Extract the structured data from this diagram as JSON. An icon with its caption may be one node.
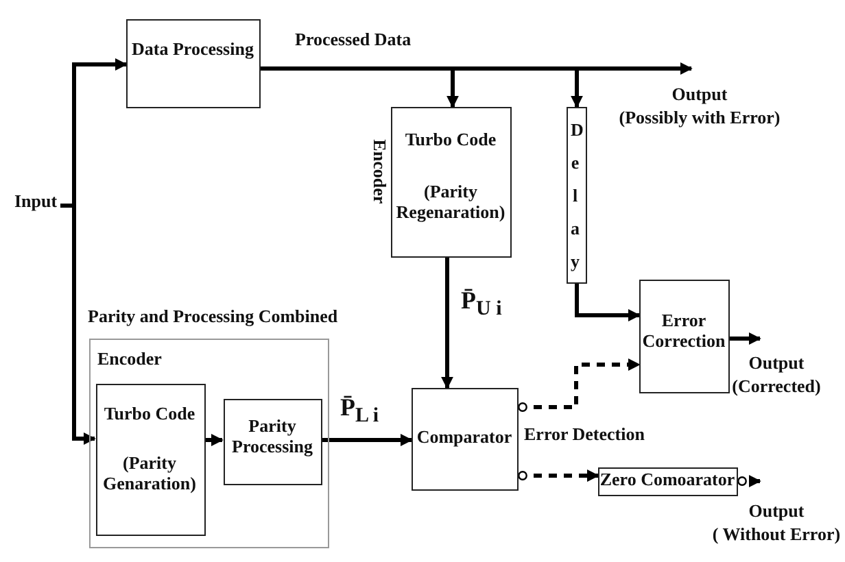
{
  "diagram": {
    "nodes": [
      {
        "text": [
          "Input"
        ]
      },
      {
        "text": [
          "Data Processing"
        ]
      },
      {
        "text": [
          "Turbo Code",
          "(Parity Regenaration)"
        ],
        "beside": [
          "Encoder"
        ]
      },
      {
        "text": [
          "Delay"
        ]
      },
      {
        "text": [
          "Output",
          "(Possibly with Error)"
        ]
      },
      {
        "text": [
          "Parity and Processing Combined"
        ]
      },
      {
        "text": [
          "Encoder",
          "Turbo Code",
          "(Parity Genaration)"
        ],
        "in": 5
      },
      {
        "text": [
          "Parity Processing"
        ],
        "in": 5
      },
      {
        "text": [
          "Comparator"
        ]
      },
      {
        "text": [
          "Error Correction"
        ]
      },
      {
        "text": [
          "Output",
          "(Corrected)"
        ]
      },
      {
        "text": [
          "Zero Comoarator"
        ]
      },
      {
        "text": [
          "Output",
          "( Without Error)"
        ]
      }
    ],
    "edges": [
      {
        "from": 0,
        "to": 1,
        "arrow": "to"
      },
      {
        "from": 0,
        "to": 6,
        "arrow": "to"
      },
      {
        "from": 1,
        "to": 4,
        "arrow": "to",
        "label": "Processed Data"
      },
      {
        "from": 1,
        "to": 2,
        "arrow": "to"
      },
      {
        "from": 1,
        "to": 3,
        "arrow": "to"
      },
      {
        "from": 2,
        "to": 8,
        "arrow": "to",
        "label": "P̄$_{U i}$"
      },
      {
        "from": 6,
        "to": 7,
        "arrow": "to"
      },
      {
        "from": 7,
        "to": 8,
        "arrow": "to",
        "label": "P̄$_{L i}$"
      },
      {
        "from": 3,
        "to": 9,
        "arrow": "to"
      },
      {
        "from": 8,
        "to": 9,
        "arrow": "to",
        "style": "dashed"
      },
      {
        "from": 8,
        "to": 11,
        "arrow": "to",
        "style": "dashed"
      },
      {
        "from": 11,
        "to": 12,
        "arrow": "to",
        "style": "dashed"
      },
      {
        "from": 9,
        "to": 10,
        "arrow": "to"
      }
    ],
    "labels": [
      "Error Detection"
    ]
  }
}
